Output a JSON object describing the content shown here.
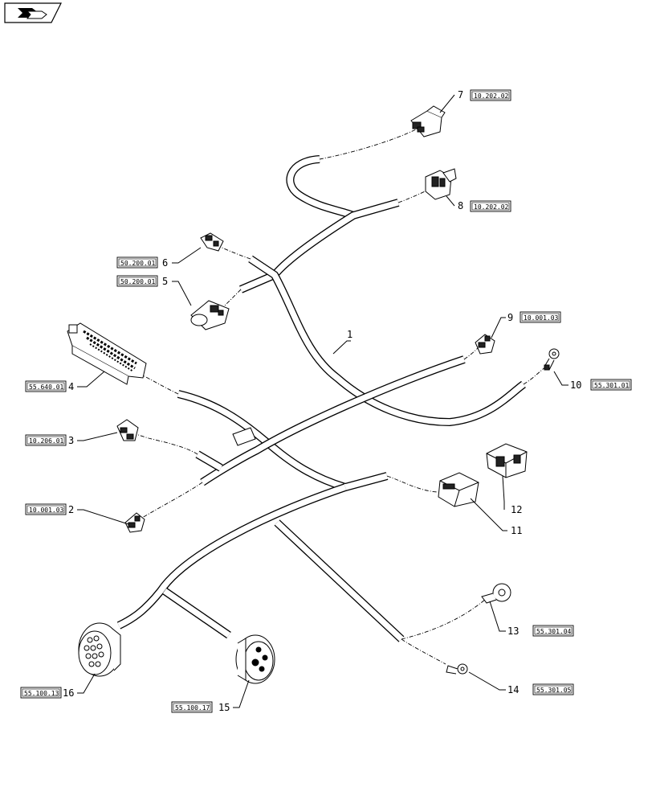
{
  "nav_icon": "arrow-right-icon",
  "wire_harness_label": "1",
  "callouts": [
    {
      "num": "2",
      "ref": "10.001.03"
    },
    {
      "num": "3",
      "ref": "10.206.01"
    },
    {
      "num": "4",
      "ref": "55.640.01"
    },
    {
      "num": "5",
      "ref": "50.200.01"
    },
    {
      "num": "6",
      "ref": "50.200.01"
    },
    {
      "num": "7",
      "ref": "10.202.02"
    },
    {
      "num": "8",
      "ref": "10.202.02"
    },
    {
      "num": "9",
      "ref": "10.001.03"
    },
    {
      "num": "10",
      "ref": "55.301.01"
    },
    {
      "num": "11",
      "ref": ""
    },
    {
      "num": "12",
      "ref": ""
    },
    {
      "num": "13",
      "ref": "55.301.04"
    },
    {
      "num": "14",
      "ref": "55.301.05"
    },
    {
      "num": "15",
      "ref": "55.100.17"
    },
    {
      "num": "16",
      "ref": "55.100.13"
    }
  ]
}
